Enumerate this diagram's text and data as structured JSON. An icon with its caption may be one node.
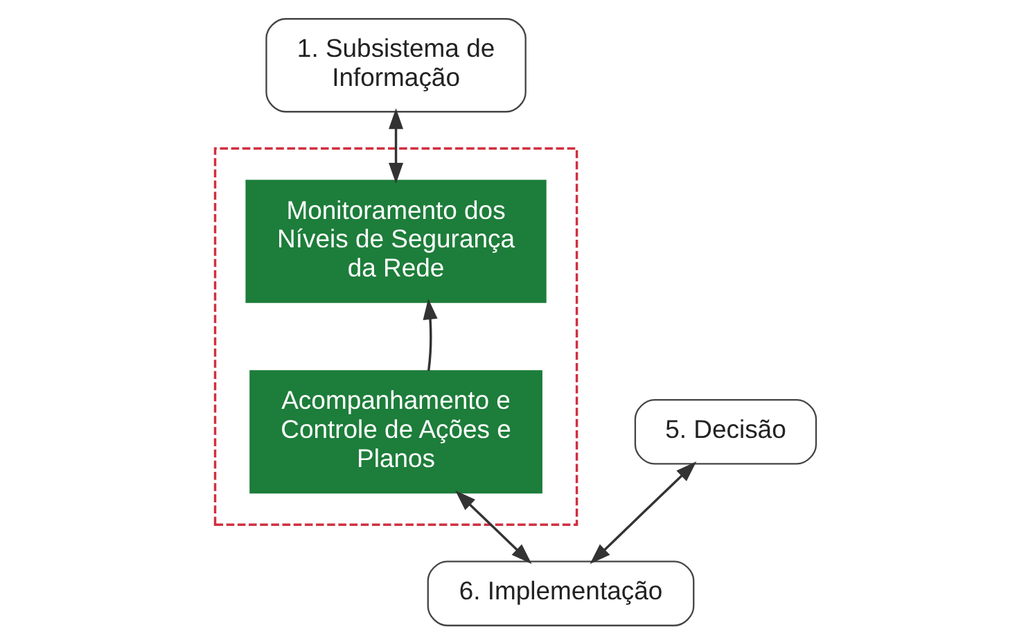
{
  "diagram": {
    "nodes": [
      {
        "text": [
          "1. Subsistema de Informação"
        ]
      },
      {
        "text": [],
        "shape": "box"
      },
      {
        "text": [
          "Monitoramento dos Níveis de Segurança da Rede"
        ],
        "in": 1
      },
      {
        "text": [
          "Acompanhamento e Controle de Ações e Planos"
        ],
        "in": 1
      },
      {
        "text": [
          "5. Decisão"
        ]
      },
      {
        "text": [
          "6. Implementação"
        ]
      }
    ],
    "edges": [
      {
        "from": 0,
        "to": 2,
        "arrow": "both"
      },
      {
        "from": 3,
        "to": 2,
        "arrow": "to"
      },
      {
        "from": 4,
        "to": 5,
        "arrow": "both"
      },
      {
        "from": 3,
        "to": 5,
        "arrow": "both"
      }
    ]
  }
}
